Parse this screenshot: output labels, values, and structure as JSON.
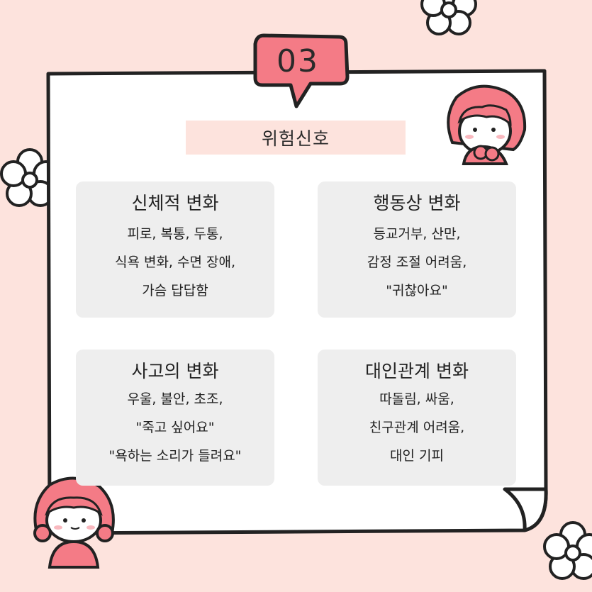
{
  "badge": {
    "number": "03"
  },
  "title": "위험신호",
  "cards": [
    {
      "heading": "신체적 변화",
      "lines": [
        "피로, 복통, 두통,",
        "식욕 변화, 수면 장애,",
        "가슴 답답함"
      ]
    },
    {
      "heading": "행동상 변화",
      "lines": [
        "등교거부, 산만,",
        "감정 조절 어려움,",
        "\"귀찮아요\""
      ]
    },
    {
      "heading": "사고의 변화",
      "lines": [
        "우울, 불안, 초조,",
        "\"죽고 싶어요\"",
        "\"욕하는 소리가 들려요\""
      ]
    },
    {
      "heading": "대인관계 변화",
      "lines": [
        "따돌림, 싸움,",
        "친구관계 어려움,",
        "대인 기피"
      ]
    }
  ],
  "colors": {
    "background": "#fde3dd",
    "paper": "#ffffff",
    "accent": "#f47b86",
    "card": "#eeeeee",
    "outline": "#222222"
  },
  "icons": [
    "flower-icon",
    "speech-badge-icon",
    "character-icon"
  ]
}
